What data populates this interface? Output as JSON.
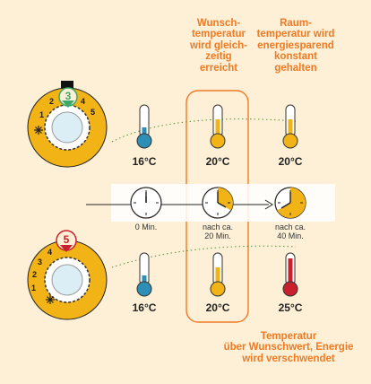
{
  "colors": {
    "background": "#fdf0d6",
    "accent": "#f07a23",
    "knob": "#f2b317",
    "cold": "#2d8fb5",
    "warm": "#f2b317",
    "hot": "#c8202d",
    "marker_top": "#3aa86b",
    "marker_bottom": "#c8202d"
  },
  "headings": {
    "column_middle": "Wunsch-\ntemperatur\nwird gleich-\nzeitig\nerreicht",
    "column_right": "Raum-\ntemperatur wird\nenergiesparend\nkonstant\ngehalten"
  },
  "top_row": {
    "knob_setting": "3",
    "knob_numbers": [
      "1",
      "2",
      "3",
      "4",
      "5"
    ],
    "temps": [
      "16°C",
      "20°C",
      "20°C"
    ]
  },
  "timeline": {
    "labels": [
      "0 Min.",
      "nach ca.\n20 Min.",
      "nach ca.\n40 Min."
    ]
  },
  "bottom_row": {
    "knob_setting": "5",
    "knob_numbers": [
      "1",
      "2",
      "3",
      "4",
      "5"
    ],
    "temps": [
      "16°C",
      "20°C",
      "25°C"
    ]
  },
  "footnote": "Temperatur\nüber Wunschwert, Energie\nwird verschwendet",
  "icons": {
    "snowflake": "snowflake-icon",
    "thermometer": "thermometer-icon",
    "clock": "clock-icon",
    "arrow": "arrow-right-icon"
  }
}
